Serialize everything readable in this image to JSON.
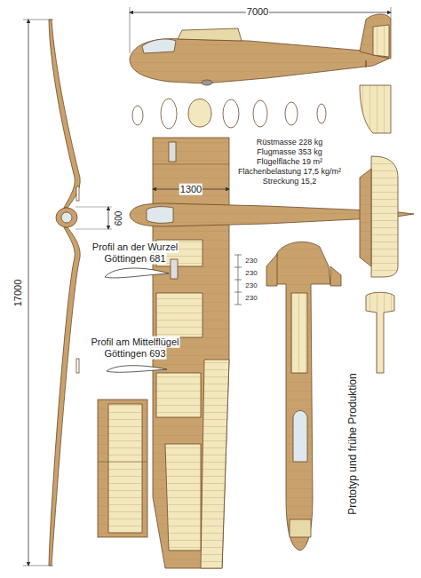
{
  "diagram": {
    "labels": [
      "7000",
      "Rüstmasse 228 kg",
      "Flugmasse 353 kg",
      "Flügelfläche 19 m²",
      "Flächenbelastung 17,5 kg/m²",
      "Streckung 15,2",
      "1300",
      "600",
      "17000",
      "230",
      "230",
      "230",
      "230",
      "Profil an der Wurzel",
      "Göttingen 681",
      "Profil am Mittelflügel",
      "Göttingen 693",
      "Prototyp und frühe Produktion"
    ]
  }
}
